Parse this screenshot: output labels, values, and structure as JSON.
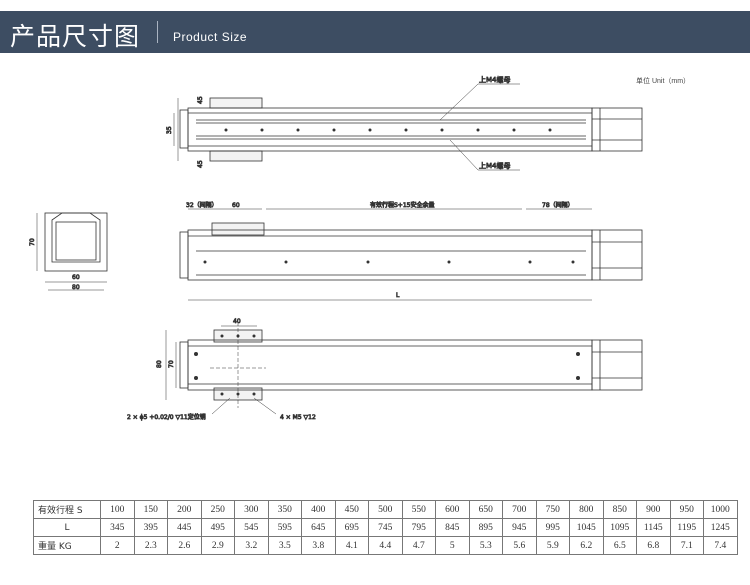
{
  "header": {
    "title_cn": "产品尺寸图",
    "title_en": "Product Size"
  },
  "unit_label": "单位 Unit（mm）",
  "top_view": {
    "label_upper": "上M4螺母",
    "label_lower": "上M4螺母",
    "dim_upper": "45",
    "dim_lower": "45",
    "dim_center": "35"
  },
  "side_view": {
    "dim_left": "32（间隔）",
    "dim_block": "60",
    "dim_stroke": "有效行程S+15安全余量",
    "dim_right": "78（间隔）",
    "dim_total": "L"
  },
  "end_view": {
    "dim_height": "70",
    "dim_inner_width": "60",
    "dim_outer_width": "80"
  },
  "bottom_view": {
    "dim_top": "40",
    "dim_outer": "80",
    "dim_inner": "70",
    "callout_left": "2 × ϕ5 +0.02/0 ▽11定位销",
    "callout_right": "4 × M5 ▽12"
  },
  "table": {
    "headers": [
      "有效行程 S",
      "L",
      "重量 KG"
    ],
    "stroke": [
      "100",
      "150",
      "200",
      "250",
      "300",
      "350",
      "400",
      "450",
      "500",
      "550",
      "600",
      "650",
      "700",
      "750",
      "800",
      "850",
      "900",
      "950",
      "1000"
    ],
    "length": [
      "345",
      "395",
      "445",
      "495",
      "545",
      "595",
      "645",
      "695",
      "745",
      "795",
      "845",
      "895",
      "945",
      "995",
      "1045",
      "1095",
      "1145",
      "1195",
      "1245"
    ],
    "weight": [
      "2",
      "2.3",
      "2.6",
      "2.9",
      "3.2",
      "3.5",
      "3.8",
      "4.1",
      "4.4",
      "4.7",
      "5",
      "5.3",
      "5.6",
      "5.9",
      "6.2",
      "6.5",
      "6.8",
      "7.1",
      "7.4"
    ]
  }
}
